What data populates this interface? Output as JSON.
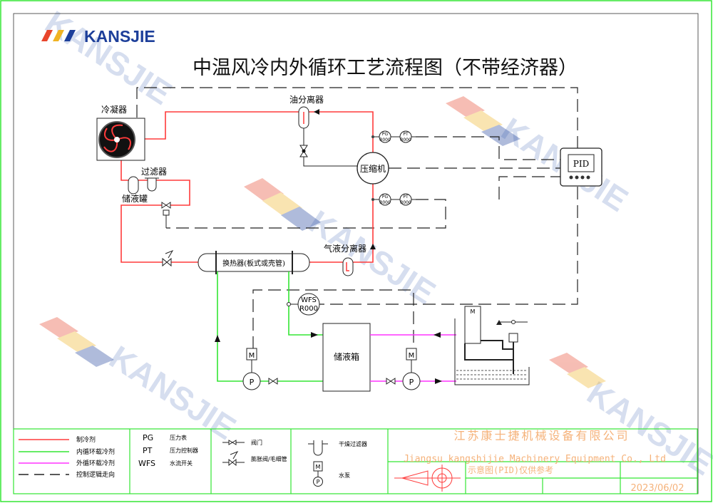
{
  "logo": {
    "text": "KANSJIE",
    "stripe_colors": [
      "#e8452c",
      "#f0b323",
      "#1d3f9a"
    ],
    "brand_color": "#1d3f9a"
  },
  "title": "中温风冷内外循环工艺流程图（不带经济器）",
  "watermark": "KANSJIE",
  "components": {
    "condenser": "冷凝器",
    "oil_separator": "油分离器",
    "filter": "过滤器",
    "receiver": "储液罐",
    "compressor": "压缩机",
    "gas_liquid_separator": "气液分离器",
    "heat_exchanger": "换热器(板式或壳管)",
    "tank": "储液箱",
    "pid": "PID",
    "pg": "PG",
    "pt": "PT",
    "gauge_value": "R000",
    "wfs": "WFS",
    "wfs_value": "R000",
    "motor": "M",
    "pump": "P"
  },
  "legend": {
    "lines": [
      {
        "label": "制冷剂",
        "color": "#ff3b3b"
      },
      {
        "label": "内循环载冷剂",
        "color": "#33e633"
      },
      {
        "label": "外循环载冷剂",
        "color": "#ff33ff"
      },
      {
        "label": "控制逻辑走向",
        "color": "#222222"
      }
    ],
    "abbreviations": [
      {
        "code": "PG",
        "meaning": "压力表"
      },
      {
        "code": "PT",
        "meaning": "压力控制器"
      },
      {
        "code": "WFS",
        "meaning": "水流开关"
      }
    ],
    "valves": [
      {
        "label": "阀门"
      },
      {
        "label": "膨胀阀/毛细管"
      }
    ],
    "equipment": [
      {
        "label": "干燥过滤器"
      },
      {
        "label": "水泵"
      }
    ]
  },
  "title_block": {
    "company_cn": "江苏康士捷机械设备有限公司",
    "company_en": "Jiangsu kangshijie Machinery Equipment Co., Ltd",
    "note": "示意图(PID)仅供参考",
    "date": "2023/06/02",
    "text_color": "#f5b27a"
  },
  "colors": {
    "refrigerant": "#ff3b3b",
    "inner_loop": "#33e633",
    "outer_loop": "#ff33ff",
    "frame": "#33e633"
  }
}
